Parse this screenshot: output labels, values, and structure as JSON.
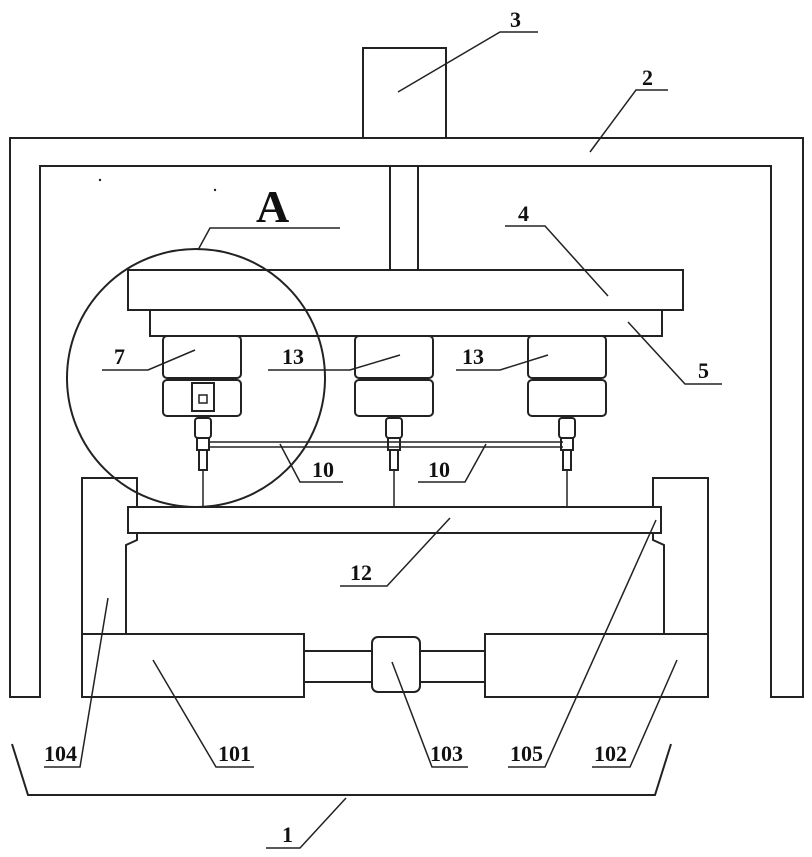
{
  "labels": {
    "section_letter": "A",
    "base": "1",
    "frame": "2",
    "motor": "3",
    "upper_plate": "4",
    "lower_plate": "5",
    "holder_left": "7",
    "holder_mid": "13",
    "holder_right": "13",
    "wire_left": "10",
    "wire_right": "10",
    "platform": "12",
    "left_block": "101",
    "right_block": "102",
    "coupling": "103",
    "left_guide": "104",
    "right_guide": "105"
  },
  "colors": {
    "line": "#222222",
    "background": "#ffffff"
  }
}
